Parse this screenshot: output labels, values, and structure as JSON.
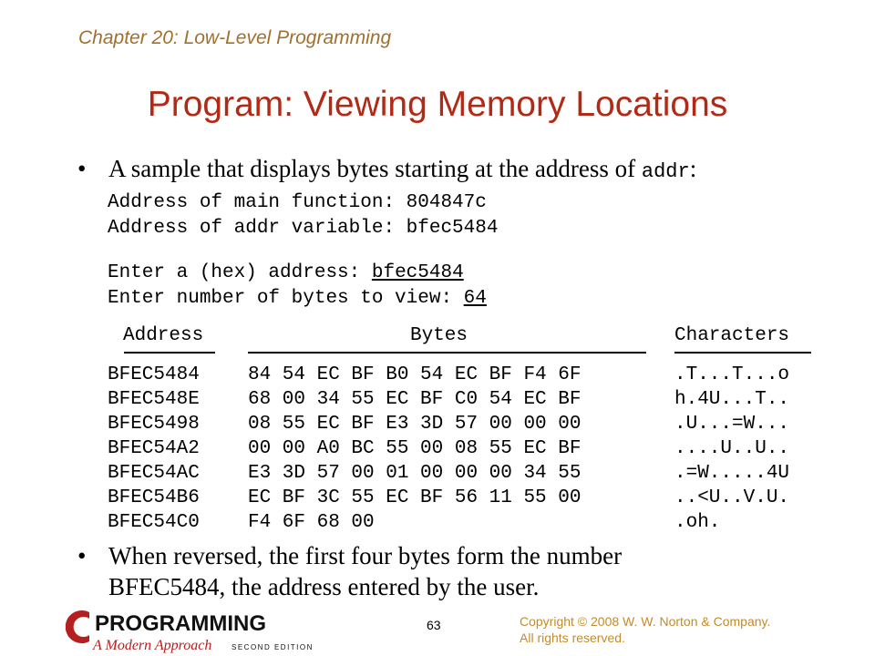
{
  "header": {
    "chapter": "Chapter 20: Low-Level Programming",
    "title": "Program: Viewing Memory Locations"
  },
  "bullets": {
    "first_text": "A sample that displays bytes starting at the address of ",
    "first_code": "addr",
    "first_end": ":",
    "second_line1": "When reversed, the first four bytes form the number",
    "second_line2": "BFEC5484, the address entered by the user."
  },
  "output": {
    "line1": "Address of main function: 804847c",
    "line2": "Address of addr variable: bfec5484",
    "prompt1_label": "Enter a (hex) address: ",
    "prompt1_value": "bfec5484",
    "prompt2_label": "Enter number of bytes to view: ",
    "prompt2_value": "64"
  },
  "table": {
    "headers": {
      "address": "Address",
      "bytes": "Bytes",
      "chars": "Characters"
    },
    "rows": [
      {
        "address": "BFEC5484",
        "bytes": "84 54 EC BF B0 54 EC BF F4 6F",
        "chars": ".T...T...o"
      },
      {
        "address": "BFEC548E",
        "bytes": "68 00 34 55 EC BF C0 54 EC BF",
        "chars": "h.4U...T.."
      },
      {
        "address": "BFEC5498",
        "bytes": "08 55 EC BF E3 3D 57 00 00 00",
        "chars": ".U...=W..."
      },
      {
        "address": "BFEC54A2",
        "bytes": "00 00 A0 BC 55 00 08 55 EC BF",
        "chars": "....U..U.."
      },
      {
        "address": "BFEC54AC",
        "bytes": "E3 3D 57 00 01 00 00 00 34 55",
        "chars": ".=W.....4U"
      },
      {
        "address": "BFEC54B6",
        "bytes": "EC BF 3C 55 EC BF 56 11 55 00",
        "chars": "..<U..V.U."
      },
      {
        "address": "BFEC54C0",
        "bytes": "F4 6F 68 00",
        "chars": ".oh."
      }
    ]
  },
  "footer": {
    "logo_main": "PROGRAMMING",
    "logo_sub": "A Modern Approach",
    "logo_edition": "SECOND EDITION",
    "page_number": "63",
    "copyright_line1": "Copyright © 2008 W. W. Norton & Company.",
    "copyright_line2": "All rights reserved."
  },
  "colors": {
    "title": "#b22a15",
    "chapter": "#a0702e",
    "copyright": "#c38b2b",
    "logo_red": "#b51f1f"
  }
}
